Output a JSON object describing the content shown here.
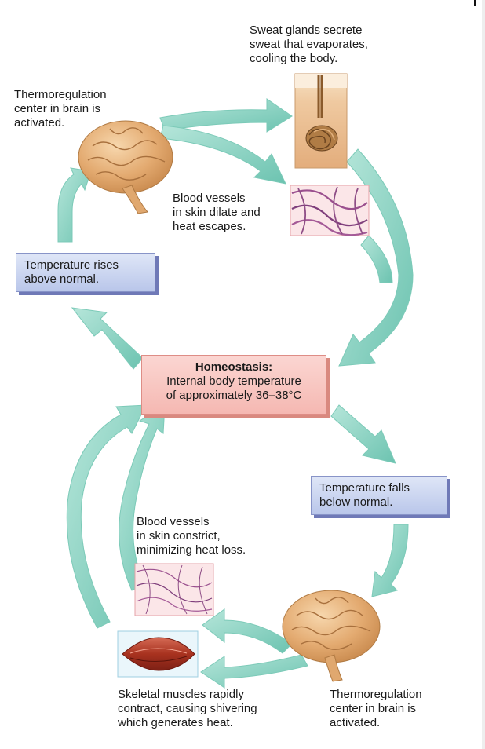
{
  "top_right_caption": [
    "Sweat glands secrete",
    "sweat that evaporates,",
    "cooling the body."
  ],
  "top_left_caption": [
    "Thermoregulation",
    "center in brain is",
    "activated."
  ],
  "dilate_caption": [
    "Blood vessels",
    "in skin dilate and",
    "heat escapes."
  ],
  "rises_box": [
    "Temperature rises",
    "above normal."
  ],
  "homeostasis": {
    "title": "Homeostasis:",
    "line1": "Internal body temperature",
    "line2": "of approximately 36–38°C"
  },
  "falls_box": [
    "Temperature falls",
    "below normal."
  ],
  "constrict_caption": [
    "Blood vessels",
    "in skin constrict,",
    "minimizing heat loss."
  ],
  "muscle_caption": [
    "Skeletal muscles rapidly",
    "contract, causing shivering",
    "which generates heat."
  ],
  "bottom_right_caption": [
    "Thermoregulation",
    "center in brain is",
    "activated."
  ],
  "colors": {
    "arrow": "#8fd3c4",
    "blue_box": "#c9d3f0",
    "pink_box": "#f8c7c2",
    "brain": "#e6b27c",
    "vessel": "#9a4f8e",
    "muscle": "#b33a2b"
  },
  "icons": [
    "brain-icon",
    "sweat-gland-icon",
    "blood-vessel-icon",
    "muscle-icon"
  ]
}
